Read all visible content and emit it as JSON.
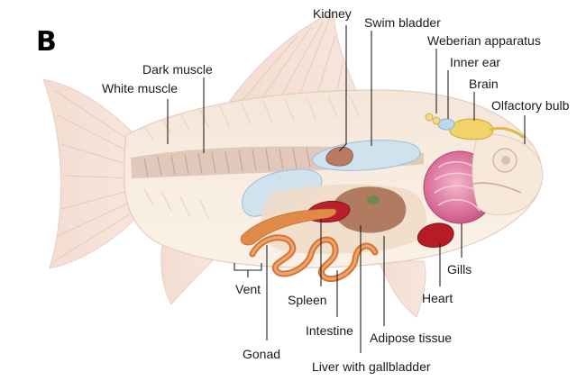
{
  "figure": {
    "panel_letter": "B",
    "labels": {
      "kidney": "Kidney",
      "swim_bladder": "Swim bladder",
      "weberian_apparatus": "Weberian apparatus",
      "inner_ear": "Inner ear",
      "brain": "Brain",
      "olfactory_bulb": "Olfactory bulb",
      "dark_muscle": "Dark muscle",
      "white_muscle": "White muscle",
      "vent": "Vent",
      "spleen": "Spleen",
      "gonad": "Gonad",
      "intestine": "Intestine",
      "liver_with_gallbladder": "Liver with gallbladder",
      "adipose_tissue": "Adipose tissue",
      "heart": "Heart",
      "gills": "Gills"
    }
  }
}
